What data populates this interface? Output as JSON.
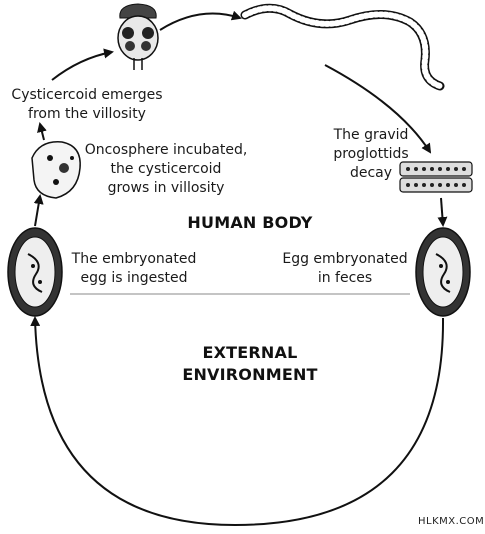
{
  "headings": {
    "human_body": "HUMAN BODY",
    "external_line1": "EXTERNAL",
    "external_line2": "ENVIRONMENT"
  },
  "stages": {
    "cysticercoid_emerges": {
      "line1": "Cysticercoid emerges",
      "line2": "from the villosity"
    },
    "oncosphere": {
      "line1": "Oncosphere incubated,",
      "line2": "the cysticercoid",
      "line3": "grows in villosity"
    },
    "gravid": {
      "line1": "The gravid",
      "line2": "proglottids",
      "line3": "decay"
    },
    "embryonated_ingested": {
      "line1": "The embryonated",
      "line2": "egg is ingested"
    },
    "egg_in_feces": {
      "line1": "Egg embryonated",
      "line2": "in feces"
    }
  },
  "watermark": "HLKMX.COM",
  "icons": [
    "scolex-icon",
    "tapeworm-strobila-icon",
    "cysticercoid-icon",
    "proglottids-icon",
    "ingested-egg-icon",
    "feces-egg-icon"
  ]
}
